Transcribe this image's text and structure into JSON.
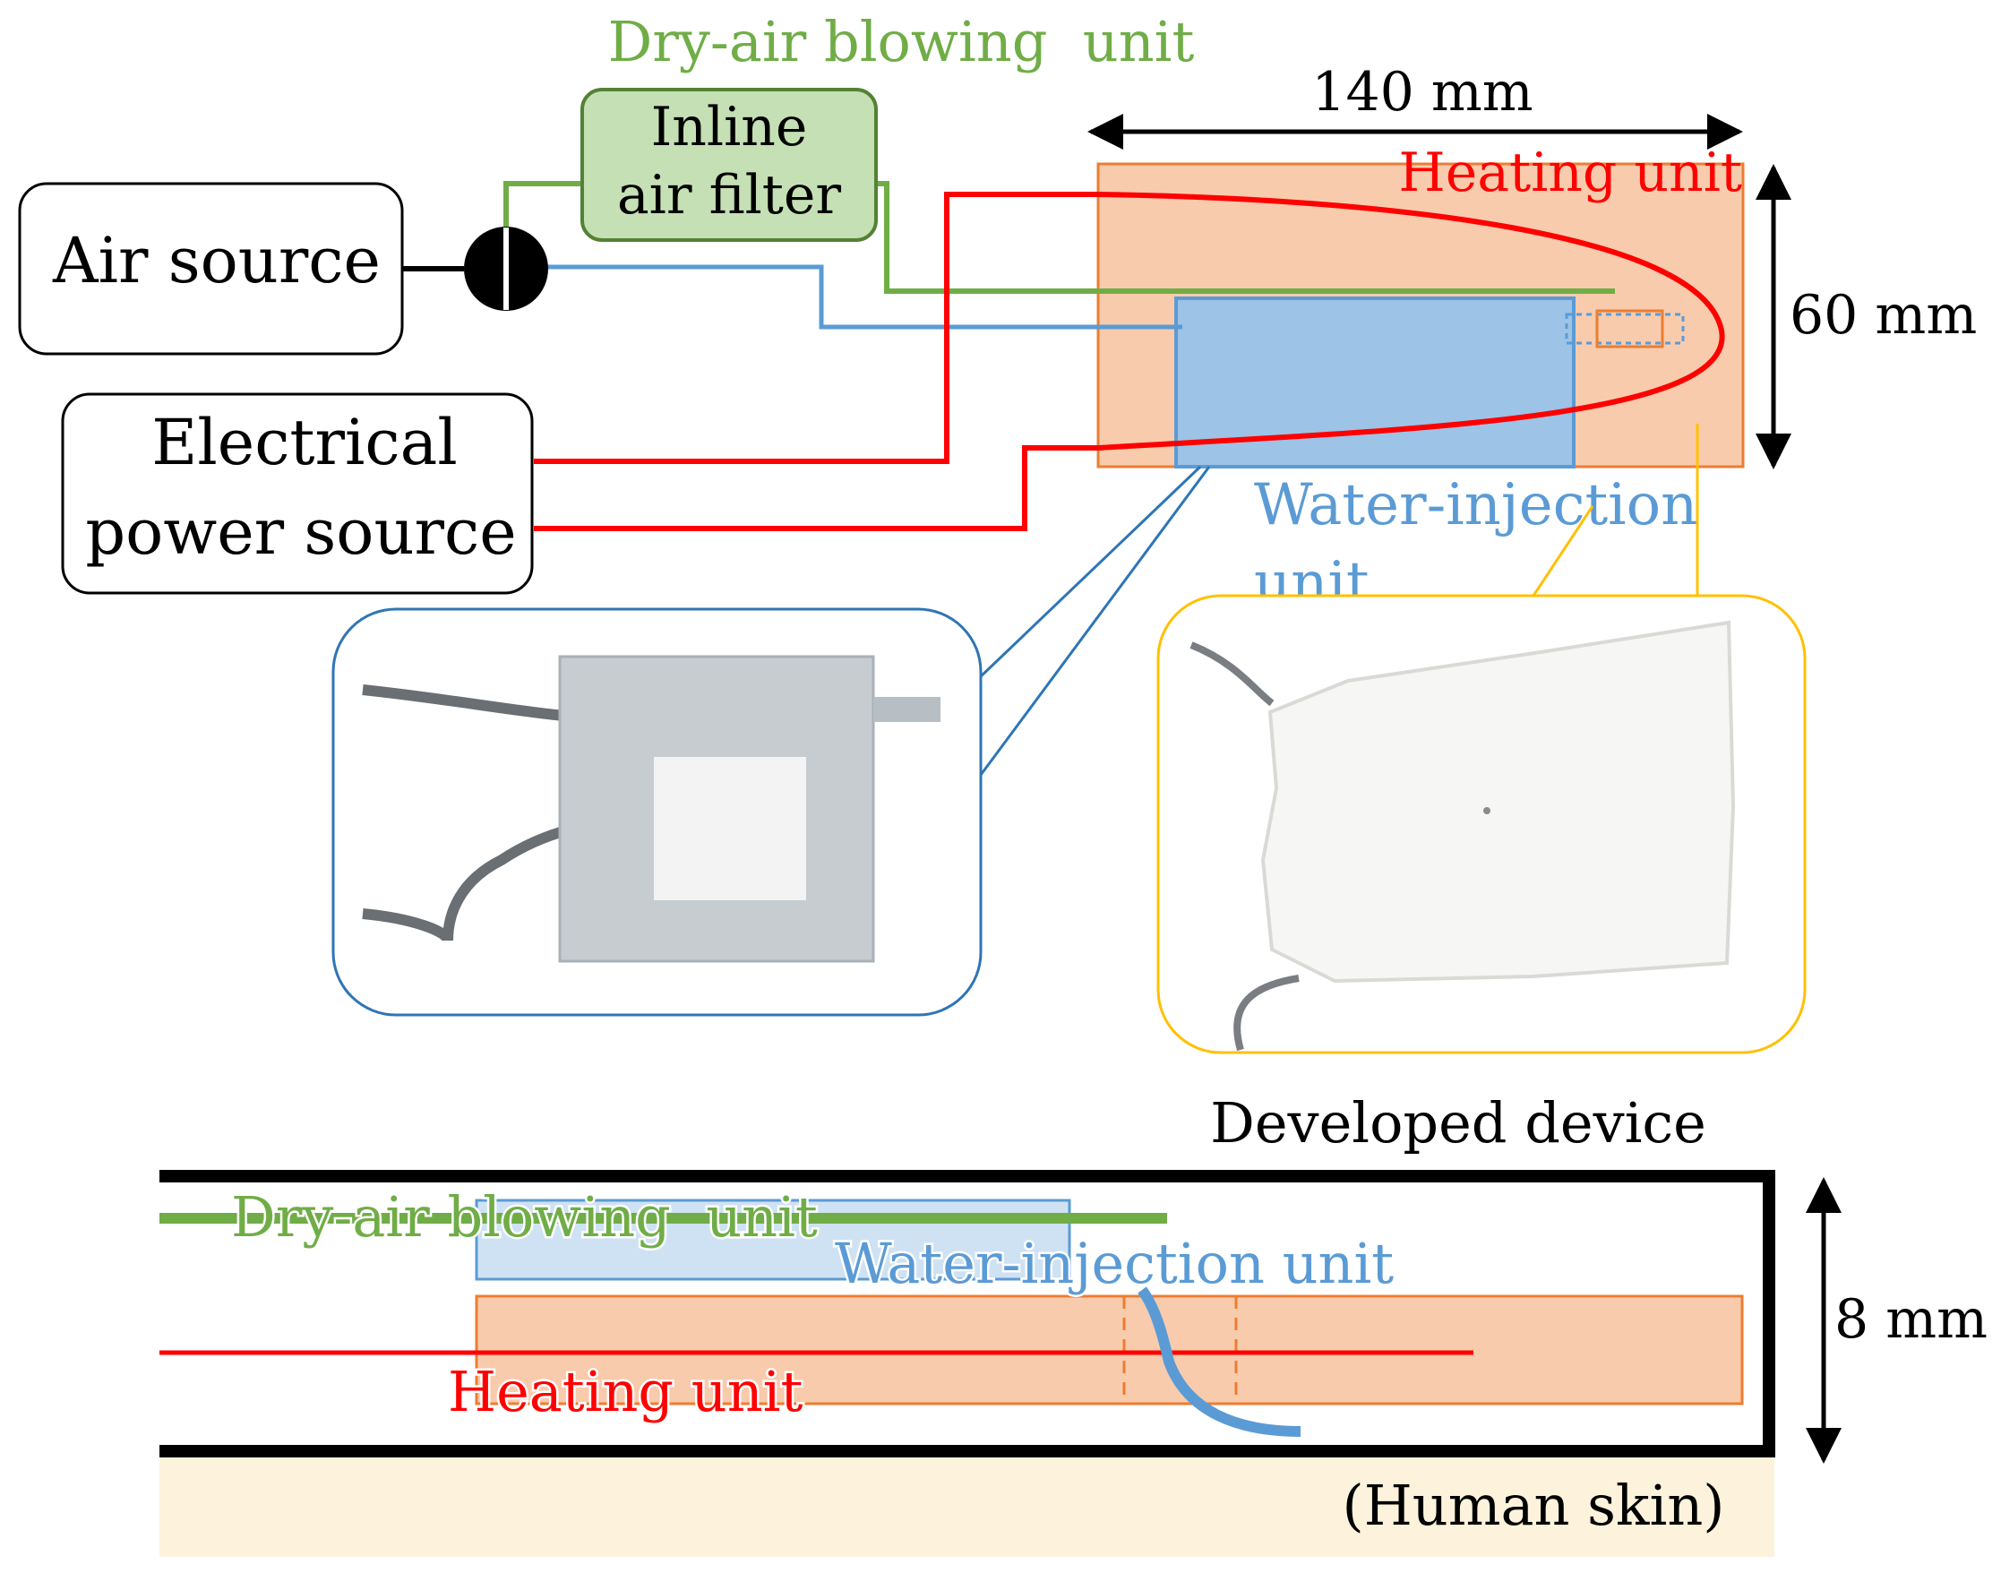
{
  "colors": {
    "green": "#70ad47",
    "blue": "#5b9bd5",
    "red": "#ff0000",
    "orange": "#ed7d31",
    "orange_fill": "#f8cbad",
    "blue_fill": "#9dc3e6",
    "blue_light_fill": "#cfe2f3",
    "green_fill": "#c5e0b4",
    "callout_blue": "#2e75b6",
    "callout_yellow": "#ffc000",
    "skin": "#fdf3dc",
    "black": "#000000"
  },
  "top": {
    "dry_air_title": "Dry-air blowing  unit",
    "filter_line1": "Inline",
    "filter_line2": "air filter",
    "air_source": "Air source",
    "power_line1": "Electrical",
    "power_line2": "power source",
    "width_dim": "140 mm",
    "height_dim": "60 mm",
    "heating_unit": "Heating unit",
    "water_line1": "Water-injection",
    "water_line2": "unit",
    "valve_icon": "valve-icon"
  },
  "photos": {
    "water_unit_photo": "water-injection-unit-photo",
    "heating_unit_photo": "heating-unit-photo"
  },
  "bottom": {
    "title": "Developed device",
    "dry_air": "Dry-air blowing  unit",
    "water": "Water-injection unit",
    "heating": "Heating unit",
    "thickness_dim": "8 mm",
    "skin": "(Human skin)"
  }
}
